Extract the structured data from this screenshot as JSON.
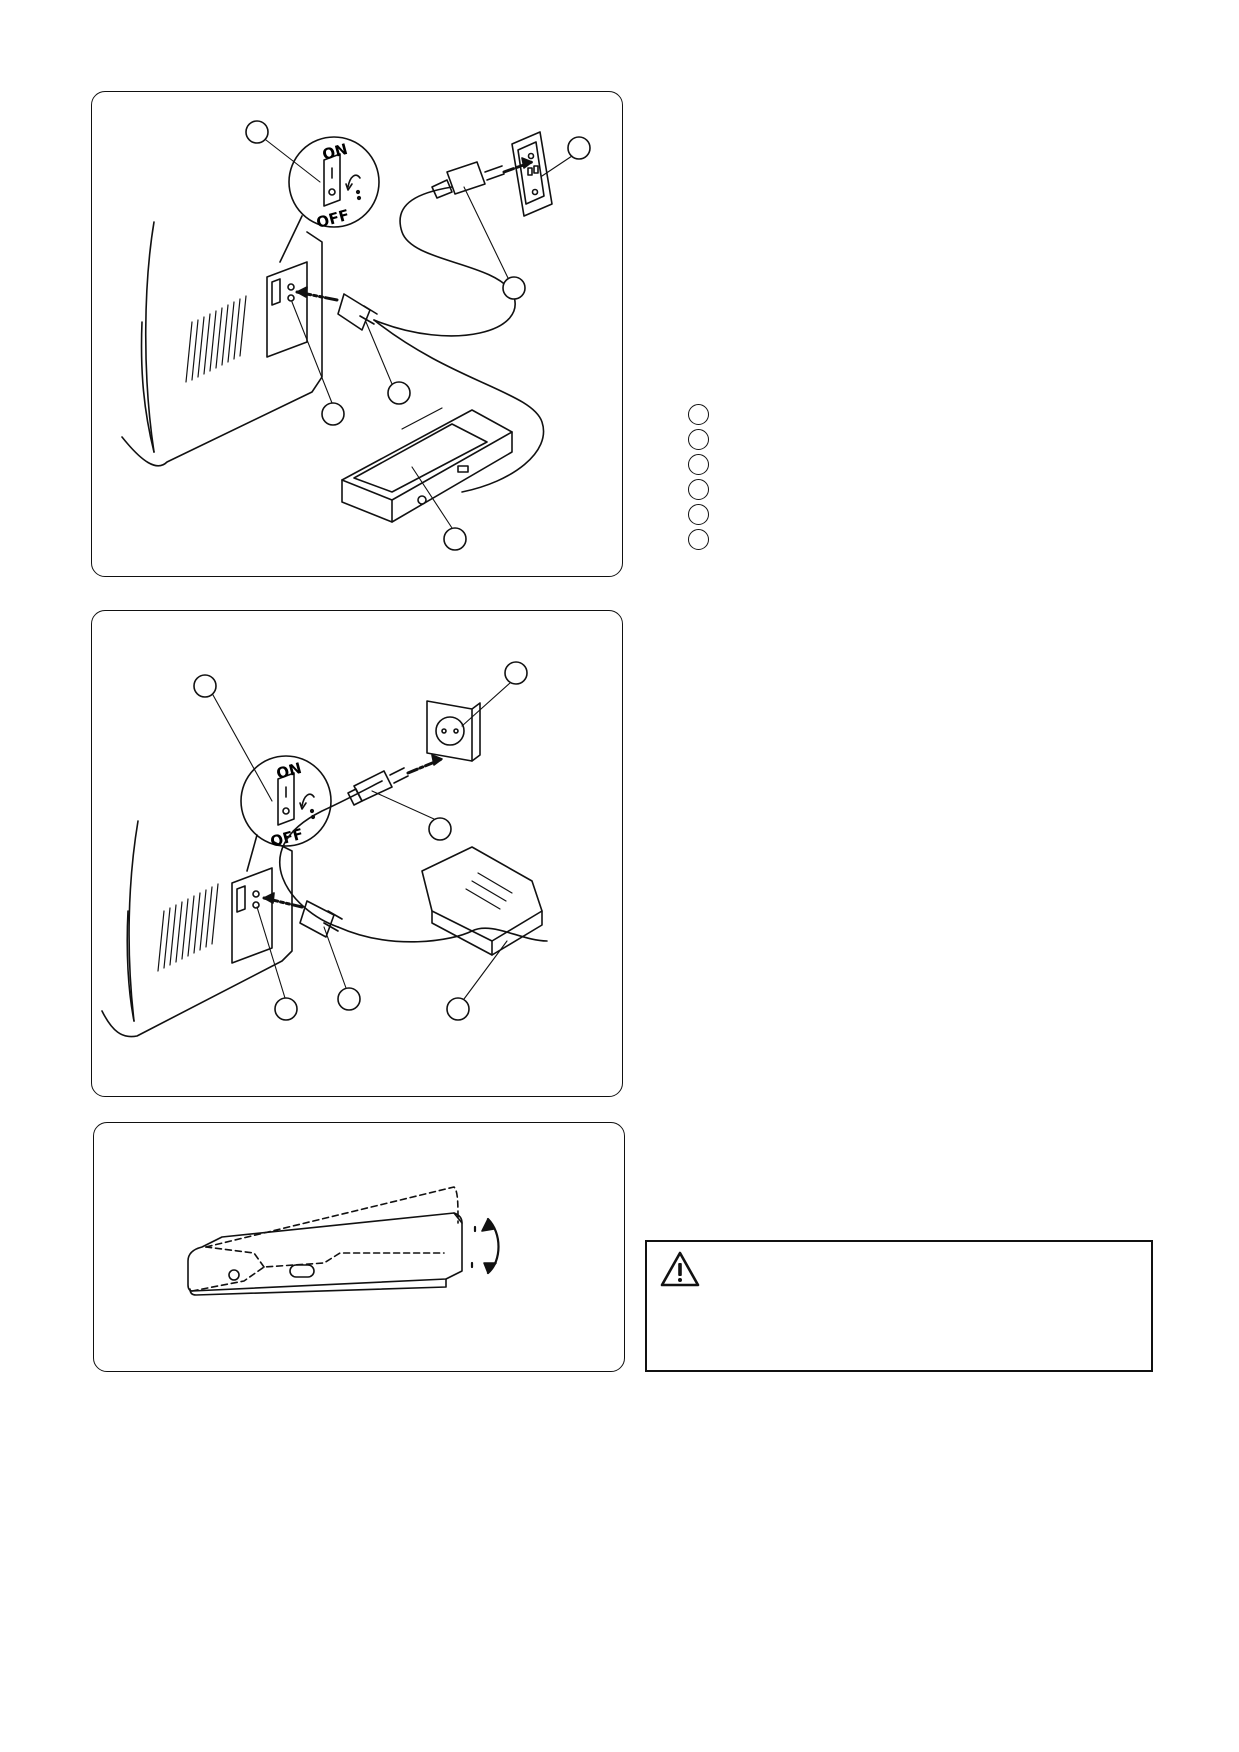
{
  "figure_1": {
    "switch_on_label": "ON",
    "switch_off_label": "OFF"
  },
  "figure_2": {
    "switch_on_label": "ON",
    "switch_off_label": "OFF"
  },
  "legend": {
    "markers": [
      {
        "icon": "circle-marker"
      },
      {
        "icon": "circle-marker"
      },
      {
        "icon": "circle-marker"
      },
      {
        "icon": "circle-marker"
      },
      {
        "icon": "circle-marker"
      },
      {
        "icon": "circle-marker"
      }
    ]
  },
  "warning": {
    "icon": "warning-triangle-icon"
  }
}
